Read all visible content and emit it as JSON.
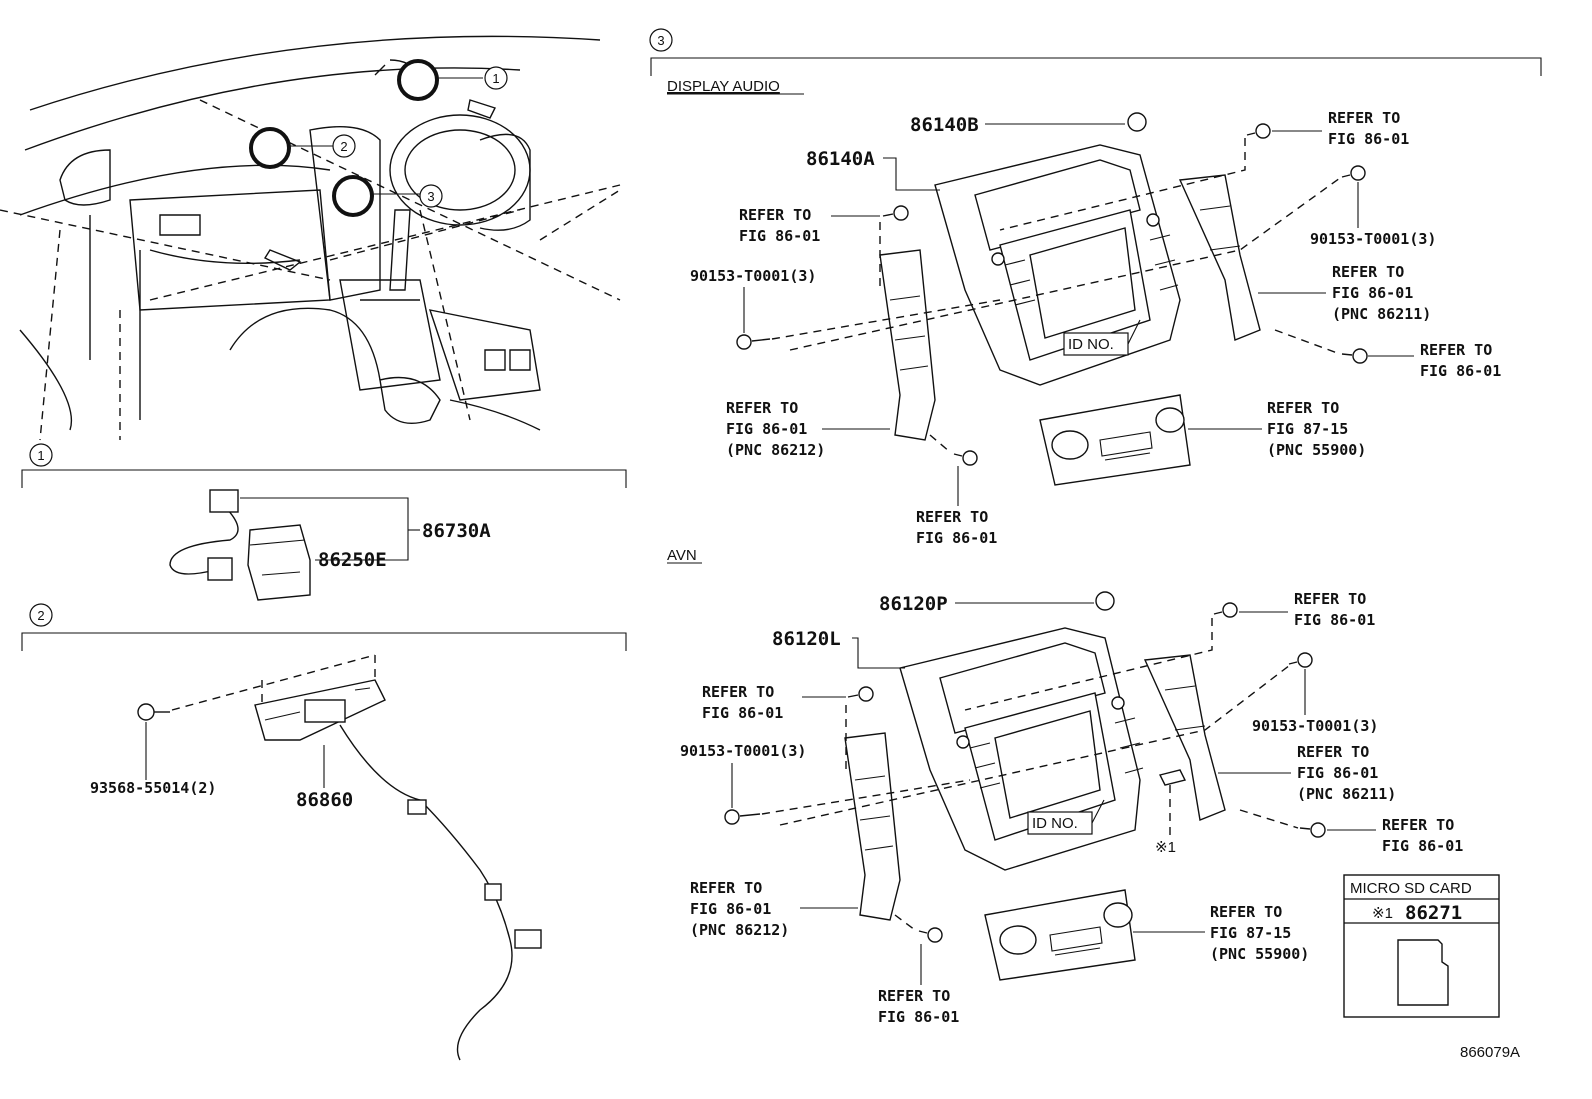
{
  "diagram_code": "866079A",
  "overview": {
    "callouts": [
      "1",
      "2",
      "3"
    ]
  },
  "section1": {
    "marker": "1",
    "parts": [
      "86730A",
      "86250E"
    ]
  },
  "section2": {
    "marker": "2",
    "parts": [
      "93568-55014(2)",
      "86860"
    ]
  },
  "section3": {
    "marker": "3",
    "display_audio": {
      "heading": "DISPLAY AUDIO",
      "parts": [
        "86140B",
        "86140A"
      ],
      "id_no": "ID NO.",
      "screw_label": "90153-T0001(3)",
      "screw_label_right": "90153-T0001(3)",
      "refer_tl": [
        "REFER TO",
        "FIG 86-01"
      ],
      "refer_tr": [
        "REFER TO",
        "FIG 86-01"
      ],
      "refer_r1": [
        "REFER TO",
        "FIG 86-01",
        "(PNC 86211)"
      ],
      "refer_r2": [
        "REFER TO",
        "FIG 86-01"
      ],
      "refer_l2": [
        "REFER TO",
        "FIG 86-01",
        "(PNC 86212)"
      ],
      "refer_bottom": [
        "REFER TO",
        "FIG 86-01"
      ],
      "refer_climate": [
        "REFER TO",
        "FIG 87-15",
        "(PNC 55900)"
      ]
    },
    "avn": {
      "heading": "AVN",
      "parts": [
        "86120P",
        "86120L"
      ],
      "id_no": "ID NO.",
      "sd_marker": "※1",
      "screw_label": "90153-T0001(3)",
      "screw_label_right": "90153-T0001(3)",
      "refer_tl": [
        "REFER TO",
        "FIG 86-01"
      ],
      "refer_tr": [
        "REFER TO",
        "FIG 86-01"
      ],
      "refer_r1": [
        "REFER TO",
        "FIG 86-01",
        "(PNC 86211)"
      ],
      "refer_r2": [
        "REFER TO",
        "FIG 86-01"
      ],
      "refer_l2": [
        "REFER TO",
        "FIG 86-01",
        "(PNC 86212)"
      ],
      "refer_bottom": [
        "REFER TO",
        "FIG 86-01"
      ],
      "refer_climate": [
        "REFER TO",
        "FIG 87-15",
        "(PNC 55900)"
      ]
    },
    "sd_card": {
      "title": "MICRO SD CARD",
      "marker": "※1",
      "part": "86271"
    }
  }
}
